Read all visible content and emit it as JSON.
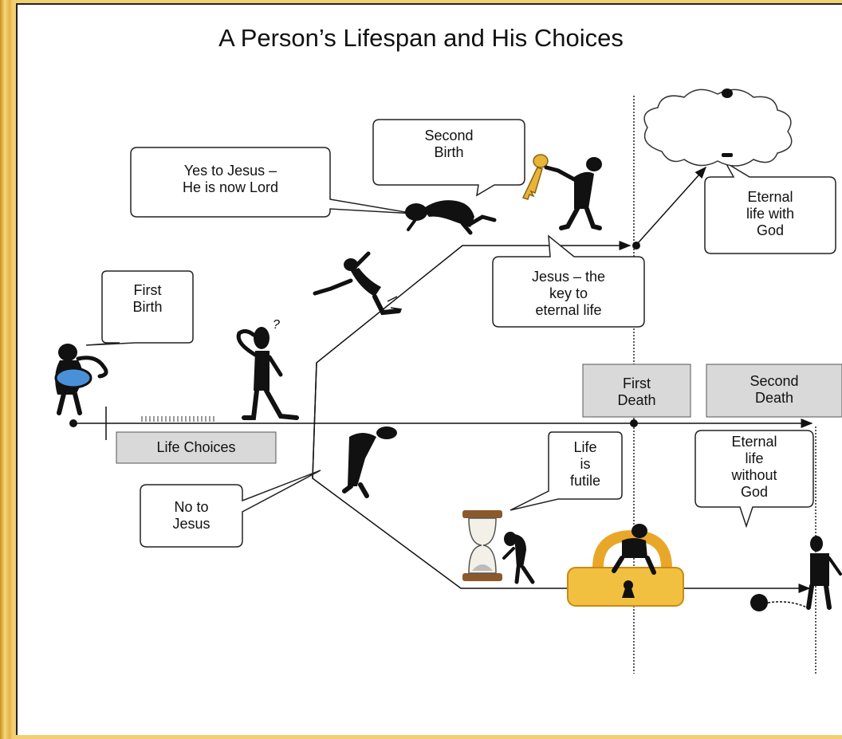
{
  "title": "A Person’s Lifespan and His Choices",
  "labels": {
    "first_birth": "First\nBirth",
    "second_birth": "Second\nBirth",
    "yes_to_jesus": "Yes to Jesus –\nHe is now Lord",
    "key_to_life": "Jesus – the\nkey to\neternal life",
    "eternal_with_god": "Eternal\nlife with\nGod",
    "first_death": "First\nDeath",
    "second_death": "Second\nDeath",
    "life_choices": "Life Choices",
    "no_to_jesus": "No to\nJesus",
    "life_futile": "Life\nis\nfutile",
    "eternal_without_god": "Eternal\nlife\nwithout\nGod"
  },
  "colors": {
    "frame": "#e9c25a",
    "box_fill": "#d9d9d9",
    "key": "#e8b43a",
    "lock": "#f2c040",
    "hourglass": "#8b5a2b",
    "baby_blanket": "#4a90d9"
  },
  "icons": [
    "baby-figure-icon",
    "thinking-figure-icon",
    "climbing-figure-icon",
    "kneeling-figure-icon",
    "figure-with-key-icon",
    "key-icon",
    "cloud-icon",
    "sad-figure-icon",
    "hourglass-icon",
    "padlock-icon",
    "prisoner-figure-icon",
    "ball-and-chain-icon"
  ]
}
